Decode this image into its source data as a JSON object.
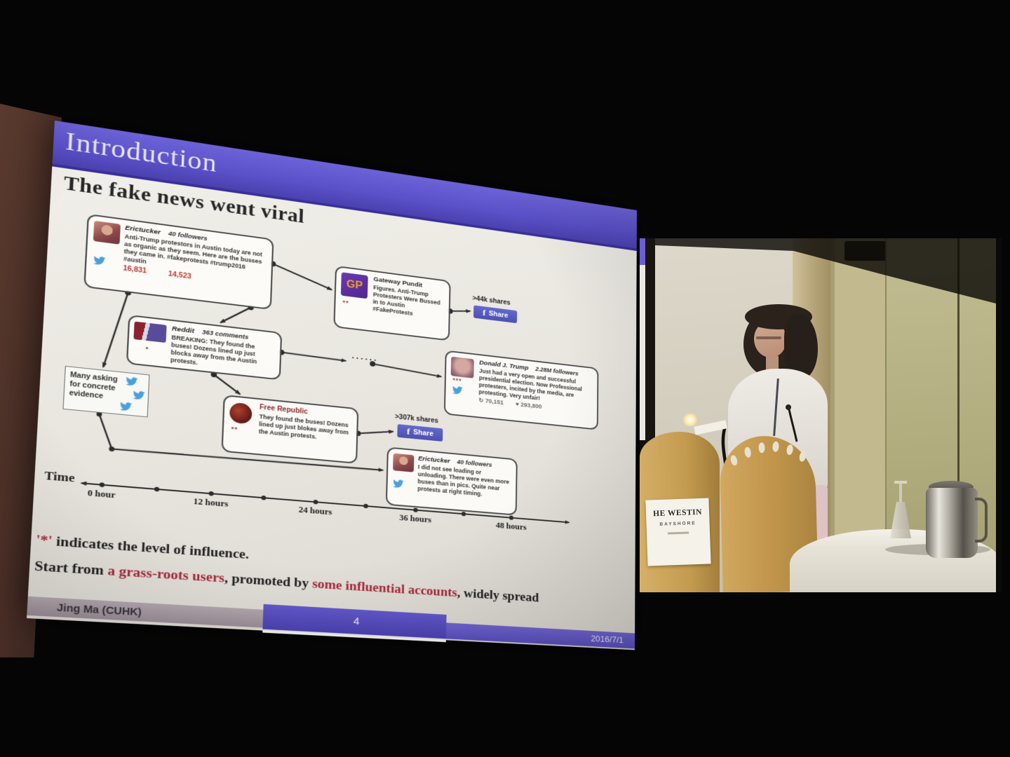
{
  "slide": {
    "title": "Introduction",
    "heading": "The fake news went viral",
    "tweet1": {
      "name": "Erictucker",
      "meta": "40 followers",
      "text": "Anti-Trump protestors in Austin today are not as organic as they seem. Here are the busses they came in. #fakeprotests #trump2016 #austin",
      "retweets": "16,831",
      "likes": "14,523"
    },
    "gateway": {
      "logo": "GP",
      "influence": "**",
      "name": "Gateway Pundit",
      "text": "Figures. Anti-Trump Protesters Were Bussed in to Austin #FakeProtests",
      "shares": ">44k shares",
      "share_label": "Share",
      "fb_glyph": "f"
    },
    "reddit": {
      "influence": "*",
      "name": "Reddit",
      "meta": "363 comments",
      "text": "BREAKING: They found the buses! Dozens lined up just blocks away from the Austin protests."
    },
    "ellipsis": "······",
    "trump": {
      "influence": "***",
      "name": "Donald J. Trump",
      "meta": "2.28M followers",
      "text": "Just had a very open and successful presidential election. Now Professional protesters, incited by the media, are protesting. Very unfair!",
      "retweet_glyph": "↻",
      "retweets": "70,151",
      "like_glyph": "♥",
      "likes": "293,800"
    },
    "evidence": {
      "text": "Many asking for concrete evidence"
    },
    "freerepublic": {
      "influence": "**",
      "name": "Free Republic",
      "text": "They found the buses! Dozens lined up just blokes away from the Austin protests.",
      "shares": ">307k shares",
      "share_label": "Share",
      "fb_glyph": "f"
    },
    "tweet2": {
      "name": "Erictucker",
      "meta": "40 followers",
      "text": "I did not see loading or unloading. There were even more buses than in pics. Quite near protests at right timing."
    },
    "timeline": {
      "label": "Time",
      "ticks": [
        "0 hour",
        "12 hours",
        "24 hours",
        "36 hours",
        "48 hours"
      ]
    },
    "note1": {
      "star": "'*'",
      "rest": " indicates the level of influence."
    },
    "note2": {
      "s0": "Start from ",
      "s1": "a grass-roots users",
      "s2": ", promoted by ",
      "s3": "some influential accounts",
      "s4": ", widely spread"
    },
    "footer": {
      "author": "Jing Ma (CUHK)",
      "page": "4",
      "date": "2016/7/1"
    }
  },
  "scene": {
    "podium_sign": {
      "line1": "HE WESTIN",
      "line2": "BAYSHORE"
    }
  },
  "colors": {
    "banner_purple": "#5a50c8",
    "note_red": "#a52a3c",
    "share_button": "#5457b8",
    "number_red": "#c0392f",
    "twitter_blue": "#4a9fe0"
  }
}
